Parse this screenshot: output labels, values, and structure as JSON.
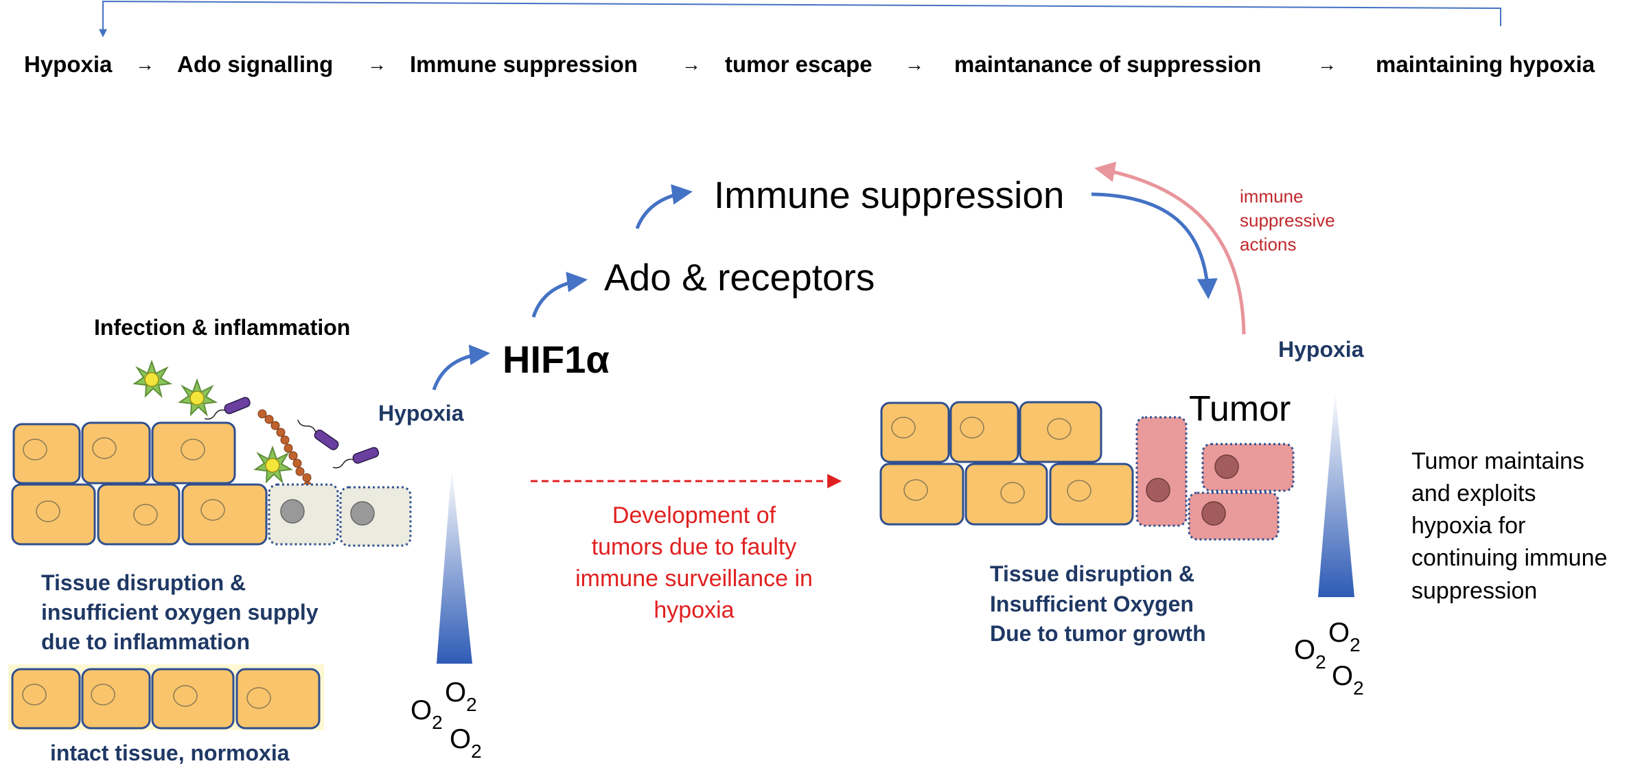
{
  "flow": {
    "steps": [
      "Hypoxia",
      "Ado signalling",
      "Immune suppression",
      "tumor escape",
      "maintanance of suppression",
      "maintaining hypoxia"
    ],
    "arrow": "→"
  },
  "cascade": {
    "immune_suppression": "Immune suppression",
    "ado_receptors": "Ado & receptors",
    "hif1a": "HIF1α"
  },
  "left": {
    "infection_label": "Infection & inflammation",
    "hypoxia_label": "Hypoxia",
    "disruption_caption": [
      "Tissue disruption &",
      "insufficient oxygen supply",
      "due to inflammation"
    ],
    "normoxia_caption": "intact tissue, normoxia",
    "oxygen_label": "O",
    "oxygen_subscript": "2"
  },
  "middle": {
    "development_text": [
      "Development of",
      "tumors due to faulty",
      "immune surveillance in",
      "hypoxia"
    ]
  },
  "right": {
    "tumor_label": "Tumor",
    "hypoxia_label": "Hypoxia",
    "immune_actions": [
      "immune",
      "suppressive",
      "actions"
    ],
    "caption": [
      "Tissue disruption &",
      "Insufficient Oxygen",
      "Due to tumor growth"
    ],
    "side_text": [
      "Tumor maintains",
      "and exploits",
      "hypoxia for",
      "continuing immune",
      "suppression"
    ]
  },
  "colors": {
    "dark_navy": "#1f3864",
    "arrow_blue": "#4472c4",
    "red": "#e02020",
    "dark_red": "#c0282c",
    "pink_arrow": "#e8959b",
    "cell_fill": "#f9c46b",
    "cell_border": "#2f4f8f",
    "tumor_fill": "#e99a9a",
    "pale_cell": "#ecebdf"
  }
}
